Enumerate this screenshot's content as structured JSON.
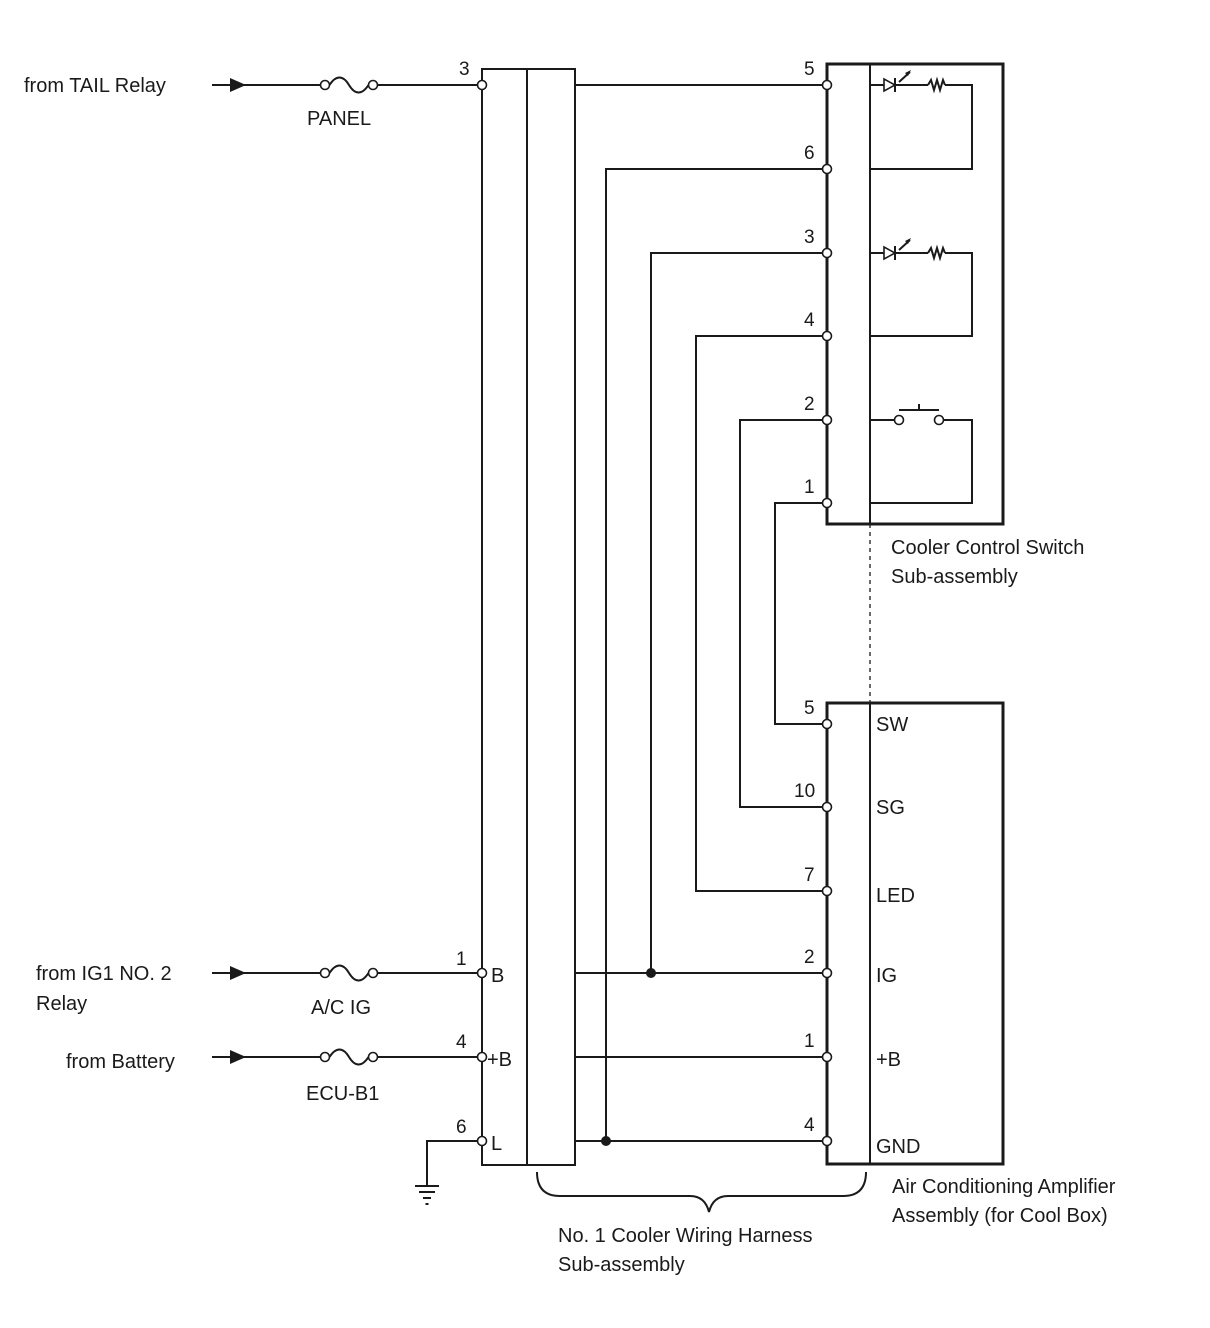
{
  "sources": {
    "tail": "from TAIL Relay",
    "ig1_line1": "from IG1 NO. 2",
    "ig1_line2": "Relay",
    "battery": "from Battery"
  },
  "fuses": {
    "panel": "PANEL",
    "acig": "A/C IG",
    "ecub1": "ECU-B1"
  },
  "harness": {
    "pins": {
      "p3": "3",
      "p1": "1",
      "p4": "4",
      "p6": "6"
    },
    "pin_labels": {
      "b": "B",
      "plusb": "+B",
      "l": "L"
    },
    "name_line1": "No. 1 Cooler Wiring Harness",
    "name_line2": "Sub-assembly"
  },
  "switch": {
    "pins": {
      "p5": "5",
      "p6": "6",
      "p3": "3",
      "p4": "4",
      "p2": "2",
      "p1": "1"
    },
    "name_line1": "Cooler Control Switch",
    "name_line2": "Sub-assembly"
  },
  "amplifier": {
    "pins": {
      "p5": "5",
      "p10": "10",
      "p7": "7",
      "p2": "2",
      "p1": "1",
      "p4": "4"
    },
    "terminals": {
      "sw": "SW",
      "sg": "SG",
      "led": "LED",
      "ig": "IG",
      "plusb": "+B",
      "gnd": "GND"
    },
    "name_line1": "Air Conditioning Amplifier",
    "name_line2": "Assembly (for Cool Box)"
  }
}
